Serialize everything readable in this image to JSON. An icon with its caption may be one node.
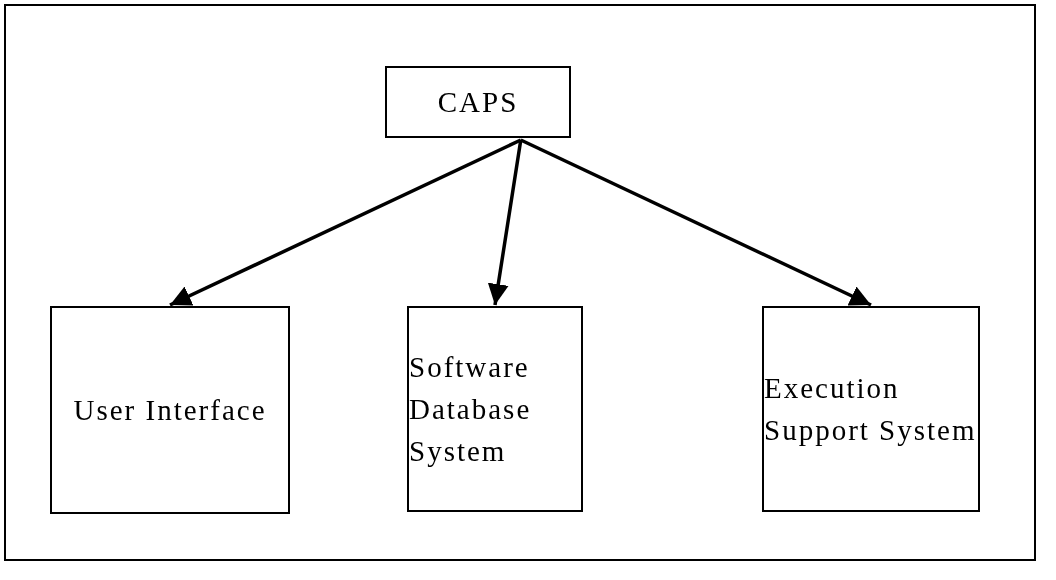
{
  "diagram": {
    "nodes": [
      {
        "text": [
          "CAPS"
        ]
      },
      {
        "text": [
          "User Interface"
        ]
      },
      {
        "text": [
          "Software Database System"
        ]
      },
      {
        "text": [
          "Execution Support System"
        ]
      }
    ],
    "edges": [
      {
        "from": 0,
        "to": 1,
        "arrow": "to"
      },
      {
        "from": 0,
        "to": 2,
        "arrow": "to"
      },
      {
        "from": 0,
        "to": 3,
        "arrow": "to"
      }
    ]
  }
}
